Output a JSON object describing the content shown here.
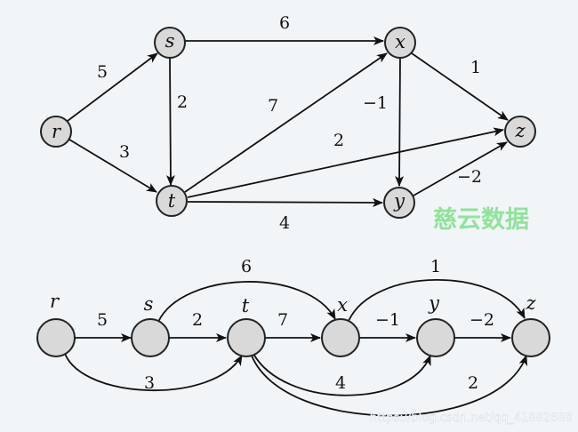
{
  "nodes": [
    "r",
    "s",
    "t",
    "x",
    "y",
    "z"
  ],
  "top_graph": {
    "weights": {
      "r_s": "5",
      "r_t": "3",
      "s_x": "6",
      "s_t": "2",
      "t_x": "7",
      "x_y": "−1",
      "x_z": "1",
      "t_z": "2",
      "t_y": "4",
      "y_z": "−2"
    }
  },
  "bottom_graph": {
    "weights": {
      "r_s": "5",
      "s_t": "2",
      "t_x": "7",
      "x_y": "−1",
      "y_z": "−2",
      "s_x": "6",
      "x_z": "1",
      "r_t": "3",
      "t_y": "4",
      "t_z": "2"
    }
  },
  "watermark": "慈云数据",
  "url_watermark": "https://blog.csdn.net/qq_41882688"
}
